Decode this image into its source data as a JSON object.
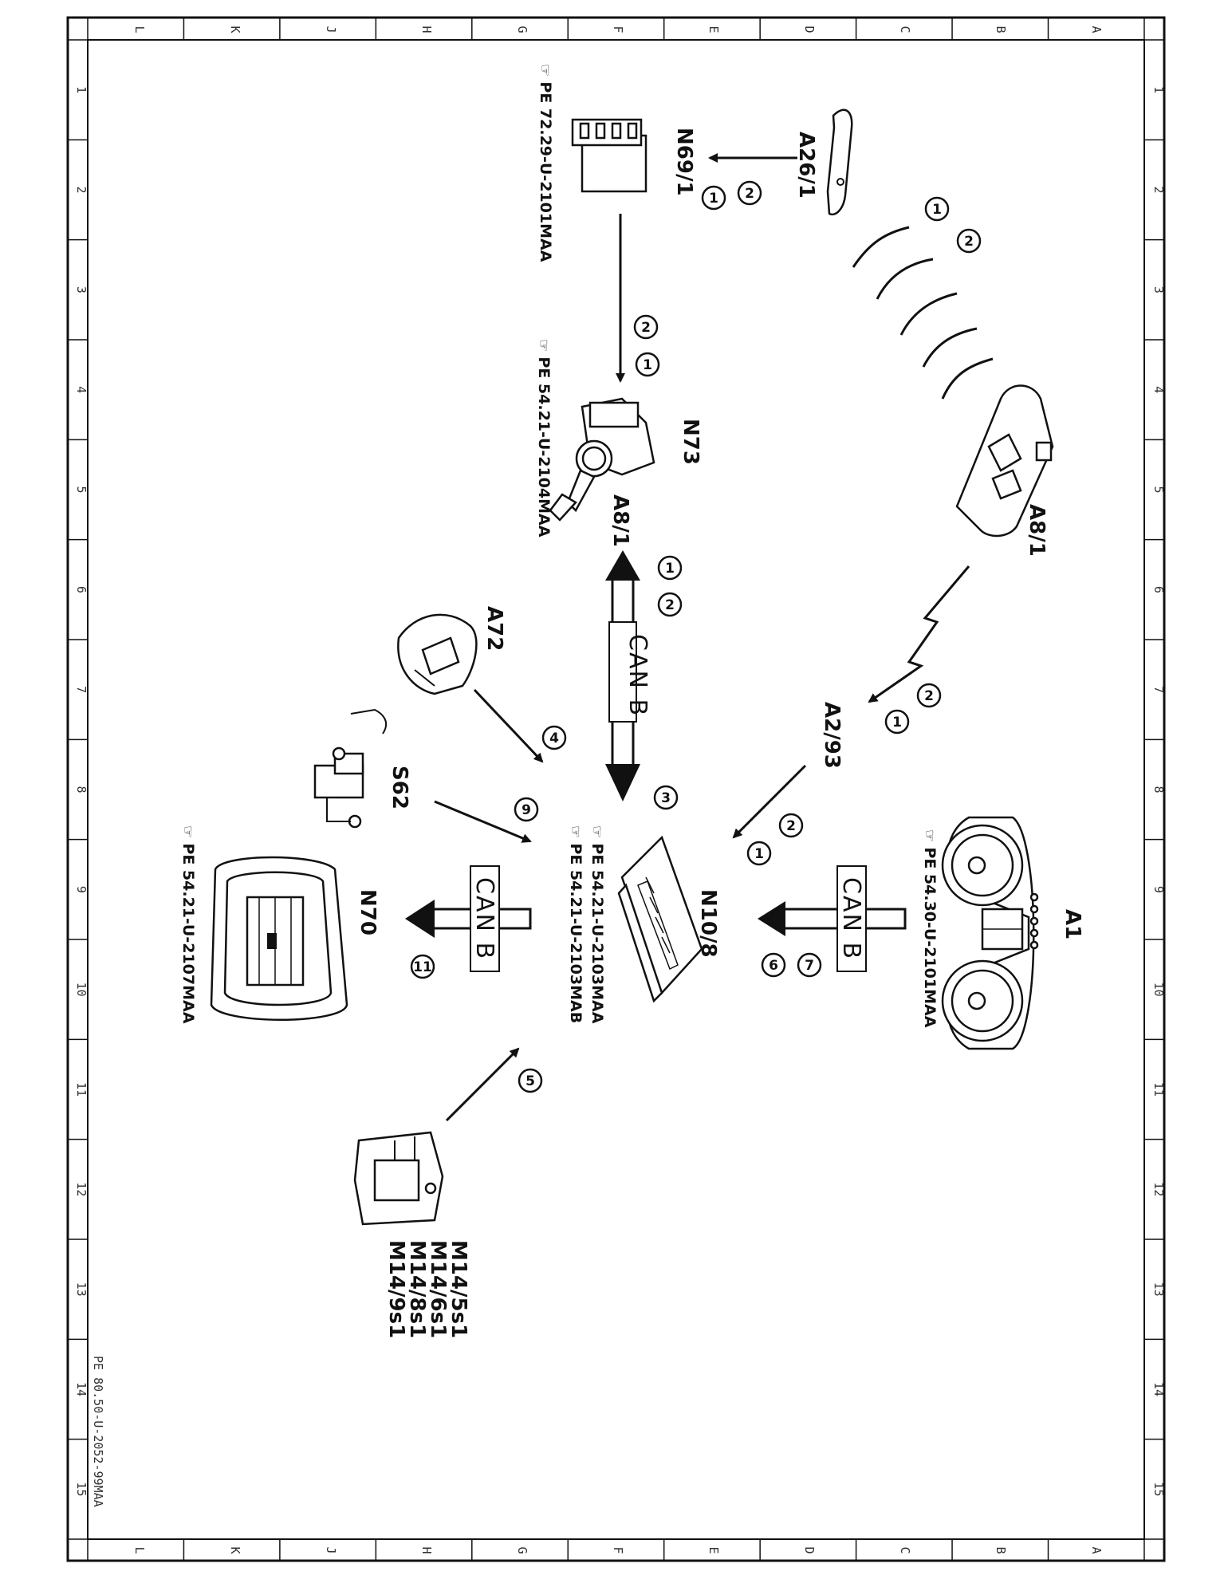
{
  "grid": {
    "letters": [
      "L",
      "K",
      "J",
      "H",
      "G",
      "F",
      "E",
      "D",
      "C",
      "B",
      "A"
    ],
    "numbers": [
      "1",
      "2",
      "3",
      "4",
      "5",
      "6",
      "7",
      "8",
      "9",
      "10",
      "11",
      "12",
      "13",
      "14",
      "15"
    ]
  },
  "components": {
    "a1": "A1",
    "a8_1_key": "A8/1",
    "a8_1_lock": "A8/1",
    "a2_93": "A2/93",
    "a26_1": "A26/1",
    "n69_1": "N69/1",
    "n73": "N73",
    "n10_8": "N10/8",
    "n70": "N70",
    "a72": "A72",
    "s62": "S62",
    "m14": [
      "M14/5s1",
      "M14/6s1",
      "M14/8s1",
      "M14/9s1"
    ]
  },
  "references": {
    "n69_1": "PE 72.29-U-2101MAA",
    "n73": "PE 54.21-U-2104MAA",
    "a1": "PE 54.30-U-2101MAA",
    "n10_8_a": "PE 54.21-U-2103MAA",
    "n10_8_b": "PE 54.21-U-2103MAB",
    "n70": "PE 54.21-U-2107MAA"
  },
  "bus": {
    "label": "CAN B"
  },
  "circled_numbers": {
    "arc": [
      "1",
      "2"
    ],
    "a26_to_n69": [
      "2",
      "1"
    ],
    "n69_to_n73": [
      "2",
      "1"
    ],
    "can_n73": [
      "1",
      "2"
    ],
    "key_to_a2": [
      "2",
      "1"
    ],
    "a2_to_n10": [
      "2",
      "1"
    ],
    "can_n10": [
      "3"
    ],
    "a72": [
      "4"
    ],
    "s62": [
      "9"
    ],
    "a1_to_n10": [
      "7",
      "6"
    ],
    "n10_to_n70": [
      "11"
    ],
    "m14": [
      "5"
    ]
  },
  "footer": {
    "code": "PE 80.50-U-2052-99MAA"
  }
}
